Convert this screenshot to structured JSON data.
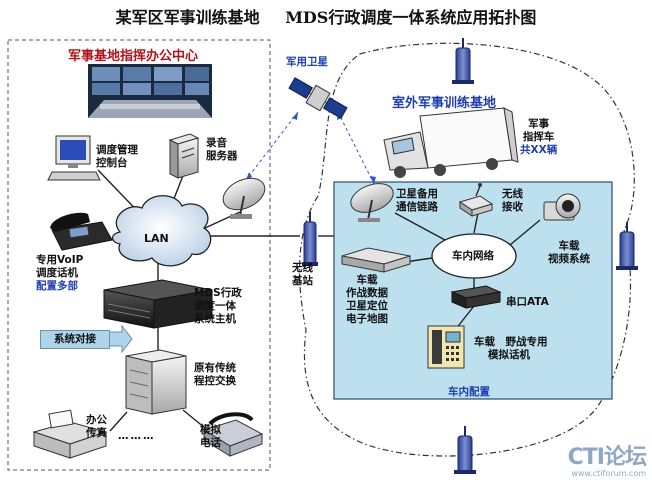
{
  "title": {
    "left": "某军区军事训练基地",
    "right": "MDS行政调度一体系统应用拓扑图"
  },
  "sections": {
    "command_center": "军事基地指挥办公中心",
    "outdoor_base": "室外军事训练基地",
    "in_vehicle": "车内配置"
  },
  "labels": {
    "satellite": "军用卫星",
    "dispatch_console": [
      "调度管理",
      "控制台"
    ],
    "recording_server": [
      "录音",
      "服务器"
    ],
    "lan": "LAN",
    "voip_phone": [
      "专用VoIP",
      "调度话机"
    ],
    "voip_phone_note": "配置多部",
    "mds_host": [
      "MDS行政",
      "调度一体",
      "系统主机"
    ],
    "system_interconnect": "系统对接",
    "legacy_pbx": [
      "原有传统",
      "程控交换"
    ],
    "office_fax": [
      "办公",
      "传真"
    ],
    "dots": "………",
    "analog_phone": [
      "模拟",
      "电话"
    ],
    "wireless_bs": [
      "无线",
      "基站"
    ],
    "command_vehicle": [
      "军事",
      "指挥车"
    ],
    "command_vehicle_note": "共XX辆",
    "sat_backup_link": [
      "卫星备用",
      "通信链路"
    ],
    "wireless_rx": [
      "无线",
      "接收"
    ],
    "vehicle_network": "车内网络",
    "vehicle_video": [
      "车载",
      "视频系统"
    ],
    "vehicle_combat": [
      "车载",
      "作战数据",
      "卫星定位",
      "电子地图"
    ],
    "serial_ata": "串口ATA",
    "field_phone": "车载　野战专用",
    "field_phone_2": "模拟话机"
  },
  "watermark": {
    "logo": "CTI论坛",
    "url": "www.ctiforum.com"
  },
  "colors": {
    "accent_red": "#b3121a",
    "accent_blue": "#1f3fb0",
    "vehicle_panel": "#bde0ee",
    "lan_fill": "#d8e6f4"
  },
  "icons": [
    "monitor-icon",
    "server-icon",
    "ip-phone-icon",
    "rack-server-icon",
    "pbx-cabinet-icon",
    "fax-icon",
    "phone-icon",
    "satellite-icon",
    "dish-icon",
    "antenna-icon",
    "truck-icon",
    "router-icon",
    "camera-icon",
    "desk-phone-icon"
  ]
}
